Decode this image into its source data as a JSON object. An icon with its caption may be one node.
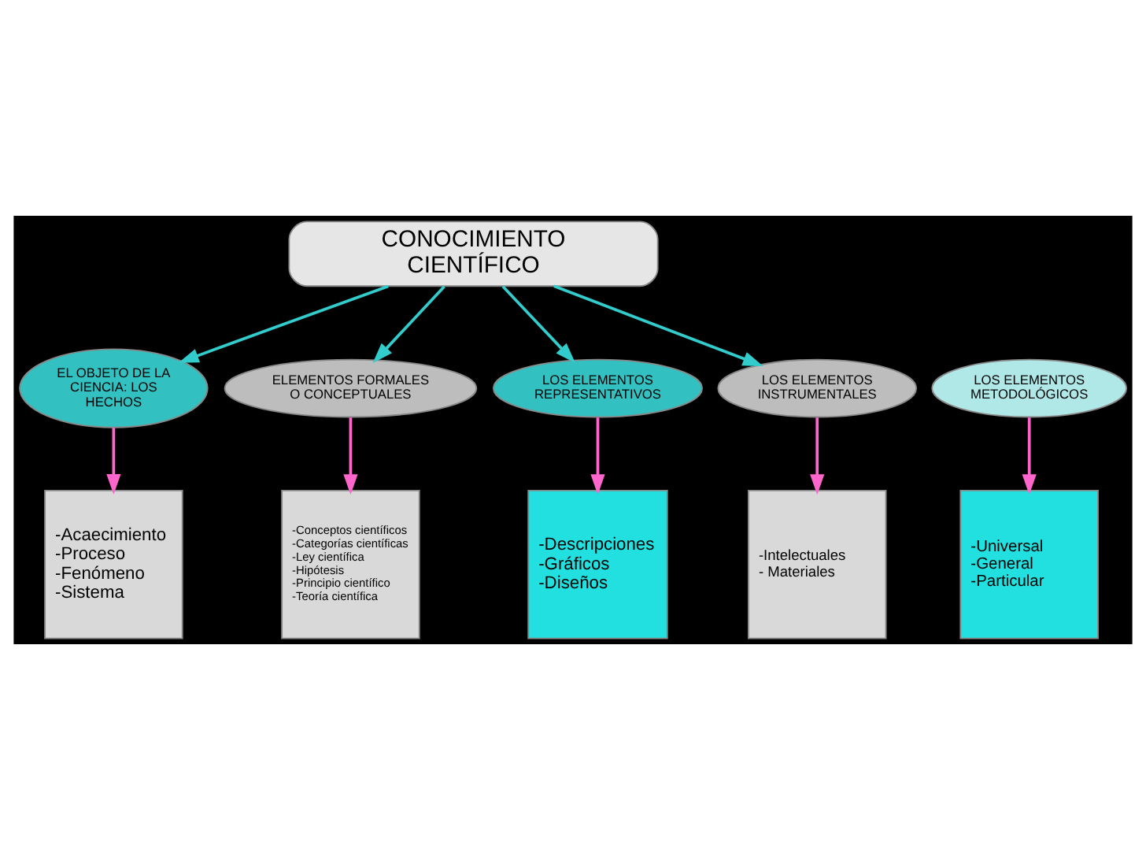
{
  "diagram": {
    "nodes": [
      {
        "text": [
          "CONOCIMIENTO CIENTÍFICO"
        ]
      },
      {
        "text": [
          "EL OBJETO DE LA CIENCIA: LOS HECHOS"
        ]
      },
      {
        "text": [
          "ELEMENTOS FORMALES O CONCEPTUALES"
        ]
      },
      {
        "text": [
          "LOS ELEMENTOS REPRESENTATIVOS"
        ]
      },
      {
        "text": [
          "LOS ELEMENTOS INSTRUMENTALES"
        ]
      },
      {
        "text": [
          "LOS ELEMENTOS METODOLÓGICOS"
        ]
      },
      {
        "text": [
          "-Acaecimiento",
          "-Proceso",
          "-Fenómeno",
          "-Sistema"
        ]
      },
      {
        "text": [
          "-Conceptos científicos",
          "-Categorías científicas",
          "-Ley científica",
          "-Hipótesis",
          "-Principio científico",
          "-Teoría científica"
        ]
      },
      {
        "text": [
          "-Descripciones",
          "-Gráficos",
          "-Diseños"
        ]
      },
      {
        "text": [
          "-Intelectuales",
          "- Materiales"
        ]
      },
      {
        "text": [
          "-Universal",
          "-General",
          "-Particular"
        ]
      }
    ],
    "edges": [
      {
        "from": 0,
        "to": 1,
        "arrow": "to",
        "color": "#33cccc"
      },
      {
        "from": 0,
        "to": 2,
        "arrow": "to",
        "color": "#33cccc"
      },
      {
        "from": 0,
        "to": 3,
        "arrow": "to",
        "color": "#33cccc"
      },
      {
        "from": 0,
        "to": 4,
        "arrow": "to",
        "color": "#33cccc"
      },
      {
        "from": 1,
        "to": 6,
        "arrow": "to"
      },
      {
        "from": 2,
        "to": 7,
        "arrow": "to"
      },
      {
        "from": 3,
        "to": 8,
        "arrow": "to"
      },
      {
        "from": 4,
        "to": 9,
        "arrow": "to"
      },
      {
        "from": 5,
        "to": 10,
        "arrow": "to"
      }
    ]
  }
}
